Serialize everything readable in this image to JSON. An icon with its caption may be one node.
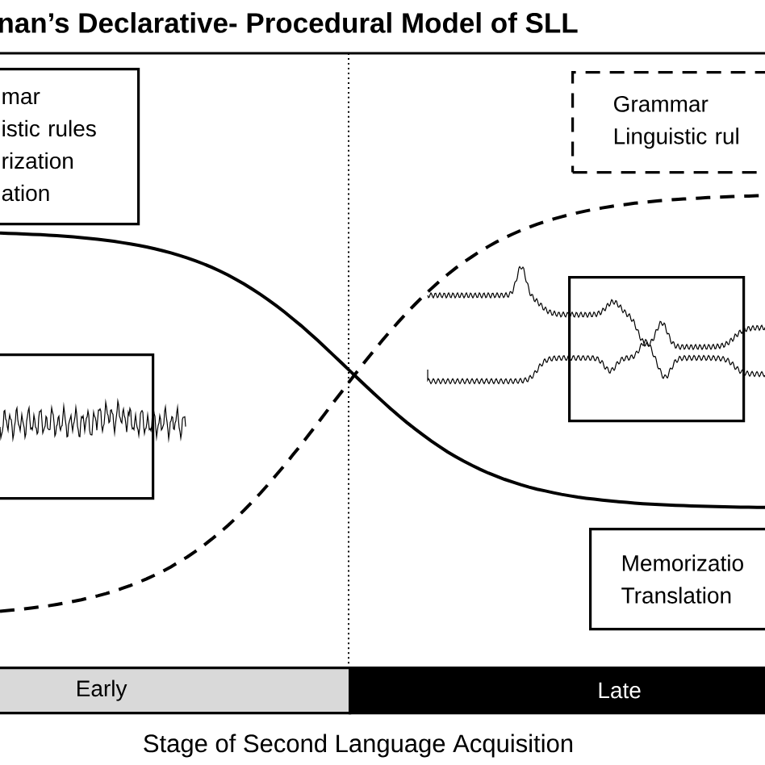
{
  "diagram": {
    "title": "nan’s Declarative- Procedural Model of SLL",
    "nodes": [
      {
        "text": [
          "mar",
          "istic rules",
          "rization",
          "ation"
        ]
      },
      {
        "text": [
          "Grammar",
          "Linguistic rul"
        ]
      },
      {
        "text": [],
        "shape": "box"
      },
      {
        "text": [],
        "shape": "box"
      },
      {
        "text": [
          "Memorizatio",
          "Translation"
        ]
      },
      {
        "text": [
          "Early"
        ]
      },
      {
        "text": [
          "Late"
        ]
      }
    ],
    "labels": [
      "Stage of Second Language Acquisition"
    ]
  }
}
